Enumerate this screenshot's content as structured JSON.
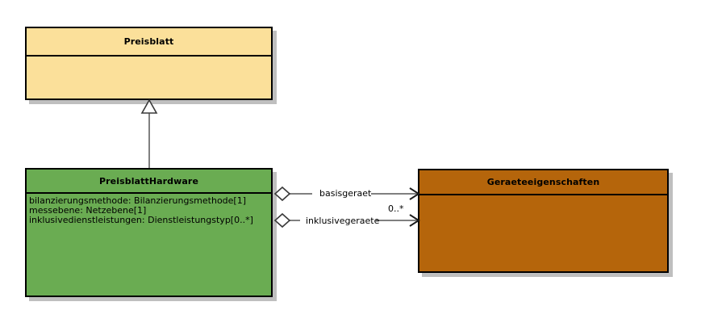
{
  "diagram": {
    "type": "uml-class-diagram",
    "background_color": "#ffffff",
    "classes": [
      {
        "id": "preisblatt",
        "name": "Preisblatt",
        "fill_color": "#fbe09a",
        "border_color": "#000000",
        "attributes": []
      },
      {
        "id": "preisblatthardware",
        "name": "PreisblattHardware",
        "fill_color": "#6aac52",
        "border_color": "#000000",
        "attributes": [
          "bilanzierungsmethode: Bilanzierungsmethode[1]",
          "messebene: Netzebene[1]",
          "inklusivedienstleistungen: Dienstleistungstyp[0..*]"
        ]
      },
      {
        "id": "geraeteeigenschaften",
        "name": "Geraeteeigenschaften",
        "fill_color": "#b5650b",
        "border_color": "#000000",
        "attributes": []
      }
    ],
    "relationships": [
      {
        "id": "generalization",
        "kind": "generalization",
        "from": "PreisblattHardware",
        "to": "Preisblatt",
        "label": "",
        "multiplicity": ""
      },
      {
        "id": "basisgeraet",
        "kind": "aggregation",
        "from": "PreisblattHardware",
        "to": "Geraeteeigenschaften",
        "label": "basisgeraet",
        "multiplicity": ""
      },
      {
        "id": "inklusivegeraete",
        "kind": "aggregation",
        "from": "PreisblattHardware",
        "to": "Geraeteeigenschaften",
        "label": "inklusivegeraete",
        "multiplicity": "0..*"
      }
    ]
  }
}
